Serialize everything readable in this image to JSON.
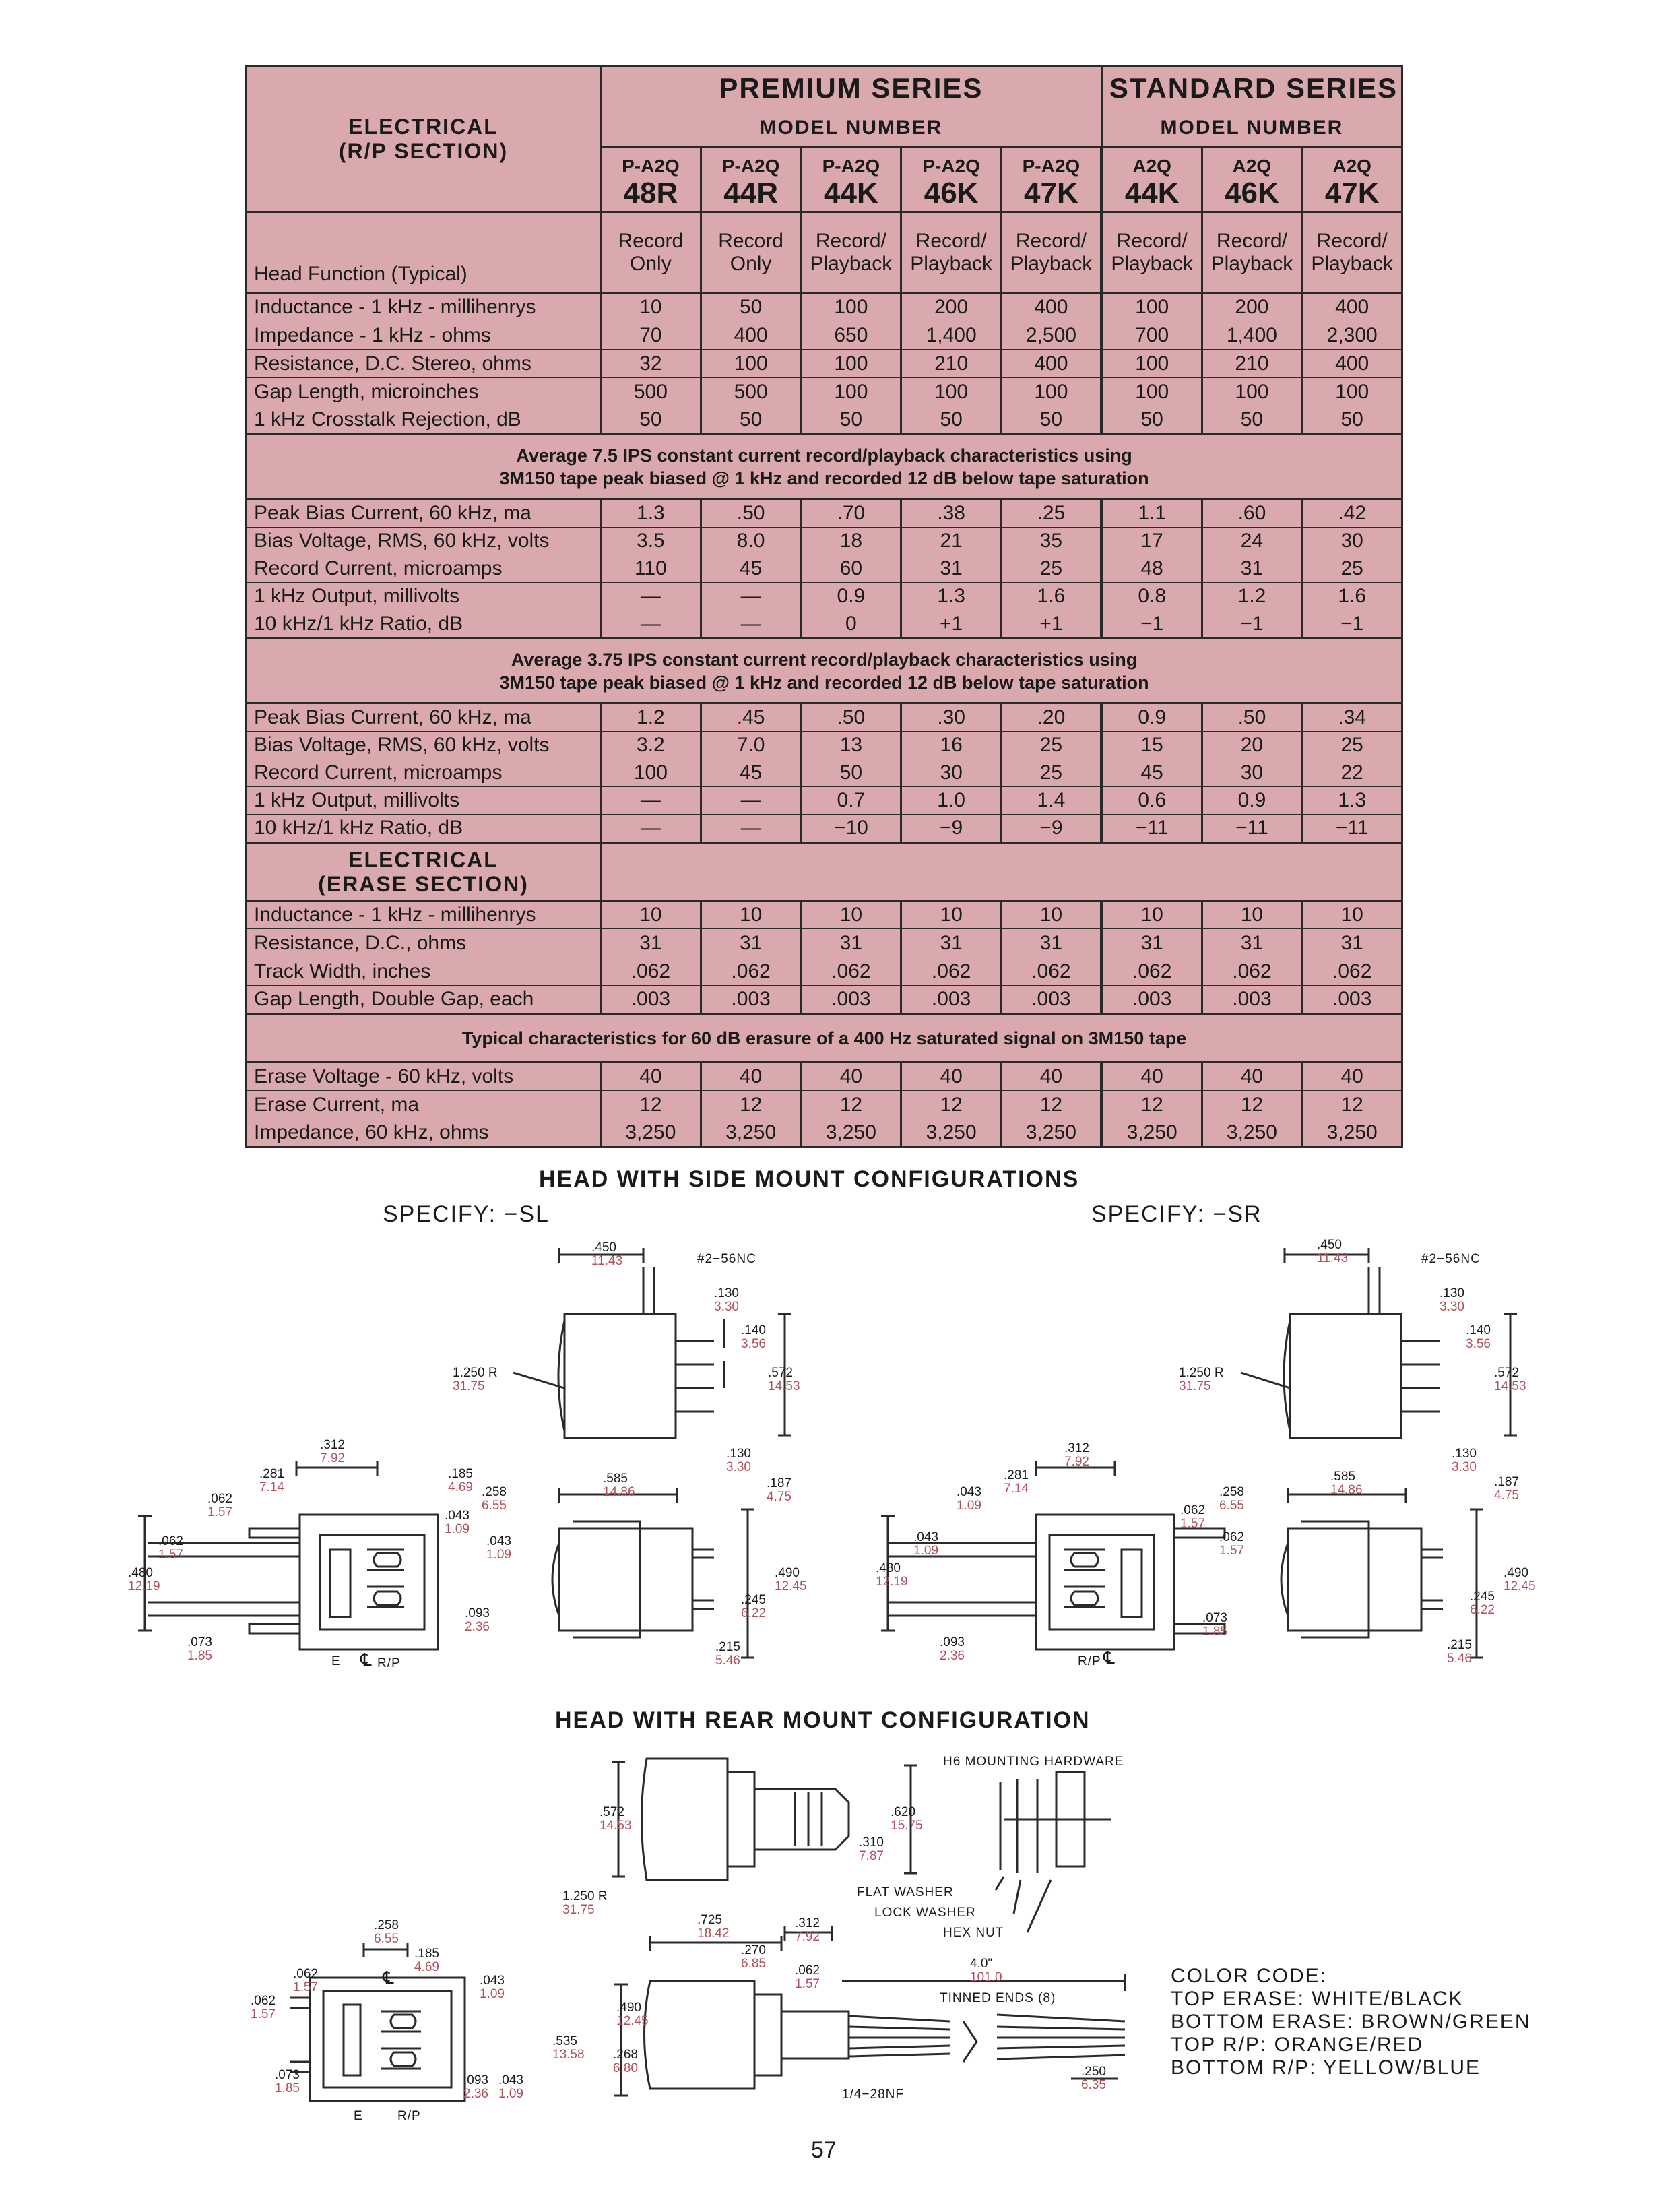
{
  "table": {
    "premium_series": "PREMIUM SERIES",
    "standard_series": "STANDARD SERIES",
    "model_number": "MODEL NUMBER",
    "electrical_rp_1": "ELECTRICAL",
    "electrical_rp_2": "(R/P SECTION)",
    "models": [
      {
        "l1": "P-A2Q",
        "l2": "48R"
      },
      {
        "l1": "P-A2Q",
        "l2": "44R"
      },
      {
        "l1": "P-A2Q",
        "l2": "44K"
      },
      {
        "l1": "P-A2Q",
        "l2": "46K"
      },
      {
        "l1": "P-A2Q",
        "l2": "47K"
      },
      {
        "l1": "A2Q",
        "l2": "44K"
      },
      {
        "l1": "A2Q",
        "l2": "46K"
      },
      {
        "l1": "A2Q",
        "l2": "47K"
      }
    ],
    "head_function_label": "Head Function (Typical)",
    "head_function": [
      {
        "l1": "Record",
        "l2": "Only"
      },
      {
        "l1": "Record",
        "l2": "Only"
      },
      {
        "l1": "Record/",
        "l2": "Playback"
      },
      {
        "l1": "Record/",
        "l2": "Playback"
      },
      {
        "l1": "Record/",
        "l2": "Playback"
      },
      {
        "l1": "Record/",
        "l2": "Playback"
      },
      {
        "l1": "Record/",
        "l2": "Playback"
      },
      {
        "l1": "Record/",
        "l2": "Playback"
      }
    ],
    "rp_rows": [
      {
        "label": "Inductance - 1 kHz - millihenrys",
        "v": [
          "10",
          "50",
          "100",
          "200",
          "400",
          "100",
          "200",
          "400"
        ]
      },
      {
        "label": "Impedance - 1 kHz - ohms",
        "v": [
          "70",
          "400",
          "650",
          "1,400",
          "2,500",
          "700",
          "1,400",
          "2,300"
        ]
      },
      {
        "label": "Resistance, D.C. Stereo, ohms",
        "v": [
          "32",
          "100",
          "100",
          "210",
          "400",
          "100",
          "210",
          "400"
        ]
      },
      {
        "label": "Gap Length, microinches",
        "v": [
          "500",
          "500",
          "100",
          "100",
          "100",
          "100",
          "100",
          "100"
        ]
      },
      {
        "label": "1 kHz Crosstalk Rejection, dB",
        "v": [
          "50",
          "50",
          "50",
          "50",
          "50",
          "50",
          "50",
          "50"
        ]
      }
    ],
    "note_75_1": "Average 7.5 IPS constant current record/playback characteristics using",
    "note_75_2": "3M150 tape peak biased @ 1 kHz and recorded 12 dB below tape saturation",
    "ips75_rows": [
      {
        "label": "Peak Bias Current, 60 kHz, ma",
        "v": [
          "1.3",
          ".50",
          ".70",
          ".38",
          ".25",
          "1.1",
          ".60",
          ".42"
        ]
      },
      {
        "label": "Bias Voltage, RMS, 60 kHz, volts",
        "v": [
          "3.5",
          "8.0",
          "18",
          "21",
          "35",
          "17",
          "24",
          "30"
        ]
      },
      {
        "label": "Record Current, microamps",
        "v": [
          "110",
          "45",
          "60",
          "31",
          "25",
          "48",
          "31",
          "25"
        ]
      },
      {
        "label": "1 kHz Output, millivolts",
        "v": [
          "—",
          "—",
          "0.9",
          "1.3",
          "1.6",
          "0.8",
          "1.2",
          "1.6"
        ]
      },
      {
        "label": "10 kHz/1 kHz Ratio, dB",
        "v": [
          "—",
          "—",
          "0",
          "+1",
          "+1",
          "−1",
          "−1",
          "−1"
        ]
      }
    ],
    "note_375_1": "Average 3.75 IPS constant current record/playback characteristics using",
    "note_375_2": "3M150 tape peak biased @ 1 kHz and recorded 12 dB below tape saturation",
    "ips375_rows": [
      {
        "label": "Peak Bias Current, 60 kHz, ma",
        "v": [
          "1.2",
          ".45",
          ".50",
          ".30",
          ".20",
          "0.9",
          ".50",
          ".34"
        ]
      },
      {
        "label": "Bias Voltage, RMS, 60 kHz, volts",
        "v": [
          "3.2",
          "7.0",
          "13",
          "16",
          "25",
          "15",
          "20",
          "25"
        ]
      },
      {
        "label": "Record Current, microamps",
        "v": [
          "100",
          "45",
          "50",
          "30",
          "25",
          "45",
          "30",
          "22"
        ]
      },
      {
        "label": "1 kHz Output, millivolts",
        "v": [
          "—",
          "—",
          "0.7",
          "1.0",
          "1.4",
          "0.6",
          "0.9",
          "1.3"
        ]
      },
      {
        "label": "10 kHz/1 kHz Ratio, dB",
        "v": [
          "—",
          "—",
          "−10",
          "−9",
          "−9",
          "−11",
          "−11",
          "−11"
        ]
      }
    ],
    "electrical_erase_1": "ELECTRICAL",
    "electrical_erase_2": "(ERASE SECTION)",
    "erase_rows": [
      {
        "label": "Inductance - 1 kHz - millihenrys",
        "v": [
          "10",
          "10",
          "10",
          "10",
          "10",
          "10",
          "10",
          "10"
        ]
      },
      {
        "label": "Resistance, D.C., ohms",
        "v": [
          "31",
          "31",
          "31",
          "31",
          "31",
          "31",
          "31",
          "31"
        ]
      },
      {
        "label": "Track Width, inches",
        "v": [
          ".062",
          ".062",
          ".062",
          ".062",
          ".062",
          ".062",
          ".062",
          ".062"
        ]
      },
      {
        "label": "Gap Length, Double Gap, each",
        "v": [
          ".003",
          ".003",
          ".003",
          ".003",
          ".003",
          ".003",
          ".003",
          ".003"
        ]
      }
    ],
    "note_erase": "Typical characteristics for 60 dB erasure of a 400 Hz saturated signal on 3M150 tape",
    "erase2_rows": [
      {
        "label": "Erase Voltage - 60 kHz, volts",
        "v": [
          "40",
          "40",
          "40",
          "40",
          "40",
          "40",
          "40",
          "40"
        ]
      },
      {
        "label": "Erase Current, ma",
        "v": [
          "12",
          "12",
          "12",
          "12",
          "12",
          "12",
          "12",
          "12"
        ]
      },
      {
        "label": "Impedance, 60 kHz, ohms",
        "v": [
          "3,250",
          "3,250",
          "3,250",
          "3,250",
          "3,250",
          "3,250",
          "3,250",
          "3,250"
        ]
      }
    ]
  },
  "side_mount": {
    "heading": "HEAD WITH SIDE MOUNT CONFIGURATIONS",
    "specify_left": "SPECIFY: −SL",
    "specify_right": "SPECIFY: −SR"
  },
  "rear_mount": {
    "heading": "HEAD WITH REAR MOUNT CONFIGURATION",
    "h6": "H6 MOUNTING HARDWARE",
    "flat_washer": "FLAT WASHER",
    "lock_washer": "LOCK WASHER",
    "hex_nut": "HEX NUT",
    "tinned_ends": "TINNED ENDS (8)",
    "thread": "1/4−28NF"
  },
  "dims": {
    "d450": {
      "in": ".450",
      "mm": "11.43"
    },
    "d130": {
      "in": ".130",
      "mm": "3.30"
    },
    "d140": {
      "in": ".140",
      "mm": "3.56"
    },
    "d572": {
      "in": ".572",
      "mm": "14.53"
    },
    "d1250": {
      "in": "1.250 R",
      "mm": "31.75"
    },
    "d312": {
      "in": ".312",
      "mm": "7.92"
    },
    "d281": {
      "in": ".281",
      "mm": "7.14"
    },
    "d185": {
      "in": ".185",
      "mm": "4.69"
    },
    "d258": {
      "in": ".258",
      "mm": "6.55"
    },
    "d062": {
      "in": ".062",
      "mm": "1.57"
    },
    "d043": {
      "in": ".043",
      "mm": "1.09"
    },
    "d480": {
      "in": ".480",
      "mm": "12.19"
    },
    "d093": {
      "in": ".093",
      "mm": "2.36"
    },
    "d073": {
      "in": ".073",
      "mm": "1.85"
    },
    "d585": {
      "in": ".585",
      "mm": "14.86"
    },
    "d187": {
      "in": ".187",
      "mm": "4.75"
    },
    "d490": {
      "in": ".490",
      "mm": "12.45"
    },
    "d245": {
      "in": ".245",
      "mm": "6.22"
    },
    "d215": {
      "in": ".215",
      "mm": "5.46"
    },
    "d620": {
      "in": ".620",
      "mm": "15.75"
    },
    "d310": {
      "in": ".310",
      "mm": "7.87"
    },
    "d725": {
      "in": ".725",
      "mm": "18.42"
    },
    "d270": {
      "in": ".270",
      "mm": "6.85"
    },
    "d40": {
      "in": "4.0\"",
      "mm": "101.0"
    },
    "d535": {
      "in": ".535",
      "mm": "13.58"
    },
    "d268": {
      "in": ".268",
      "mm": "6.80"
    },
    "d250": {
      "in": ".250",
      "mm": "6.35"
    },
    "thread": "#2−56NC",
    "e": "E",
    "cl": "℄",
    "rp": "R/P"
  },
  "color_code": {
    "title": "COLOR CODE:",
    "top_erase": "TOP ERASE: WHITE/BLACK",
    "bottom_erase": "BOTTOM ERASE: BROWN/GREEN",
    "top_rp": "TOP R/P: ORANGE/RED",
    "bottom_rp": "BOTTOM R/P: YELLOW/BLUE"
  },
  "page_number": "57"
}
